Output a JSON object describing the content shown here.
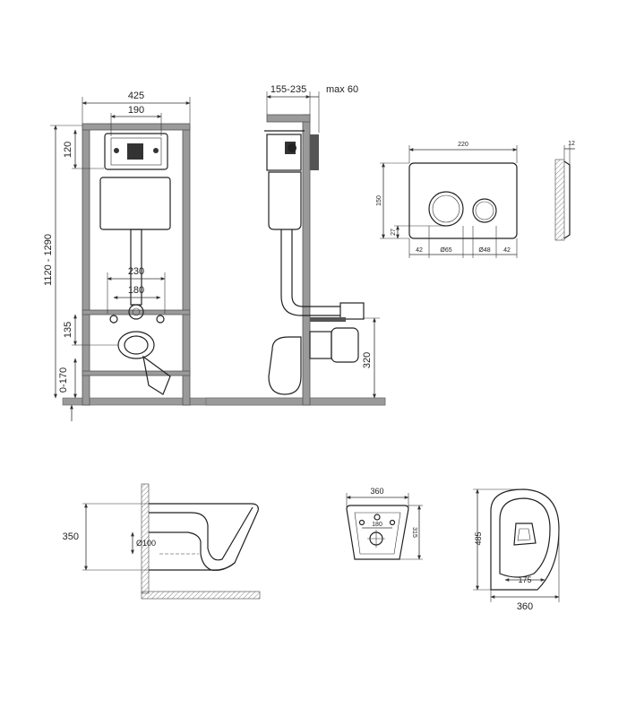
{
  "frame_front": {
    "width": "425",
    "bracket": "190",
    "top_height": "120",
    "total_height": "1120 - 1290",
    "spacing_outer": "230",
    "spacing_inner": "180",
    "bolt_height": "135",
    "leg_height": "0-170"
  },
  "frame_side": {
    "depth": "155-235",
    "panel": "max 60",
    "outlet_height": "320"
  },
  "flush_plate": {
    "width": "220",
    "height": "150",
    "thickness": "12",
    "bottom_offset": "27",
    "left_margin": "42",
    "large_button": "Ø65",
    "small_button": "Ø48",
    "right_margin": "42"
  },
  "bowl_side": {
    "height": "350",
    "outlet_diameter": "Ø100"
  },
  "bowl_back": {
    "width": "360",
    "bolt_spacing": "180",
    "height": "315"
  },
  "bowl_top": {
    "length": "485",
    "width": "360",
    "seat_width": "175"
  }
}
